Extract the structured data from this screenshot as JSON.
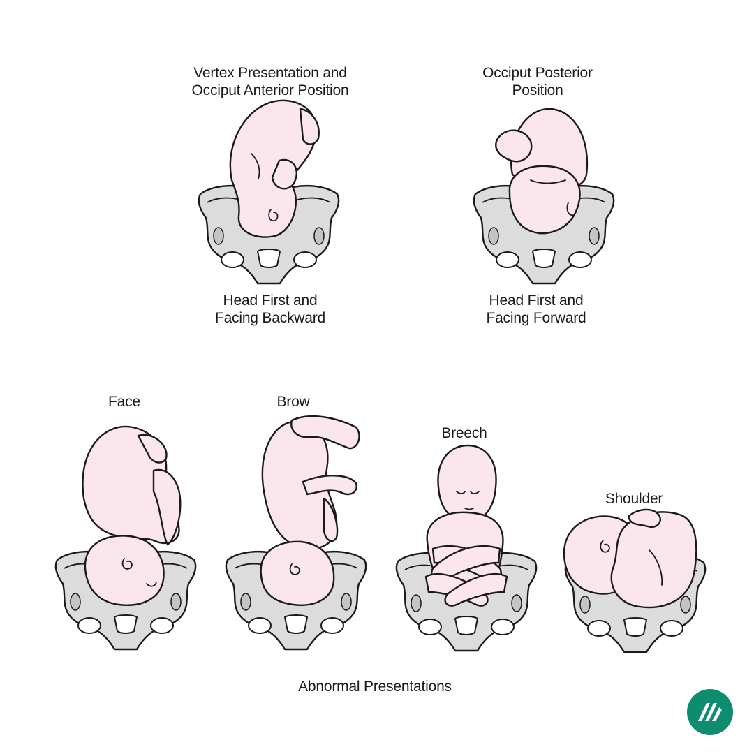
{
  "top_left": {
    "title": [
      "Vertex Presentation and",
      "Occiput Anterior Position"
    ],
    "caption": [
      "Head First and",
      "Facing Backward"
    ]
  },
  "top_right": {
    "title": [
      "Occiput Posterior",
      "Position"
    ],
    "caption": [
      "Head First and",
      "Facing Forward"
    ]
  },
  "abnormal": {
    "items": [
      {
        "label": "Face"
      },
      {
        "label": "Brow"
      },
      {
        "label": "Breech"
      },
      {
        "label": "Shoulder"
      }
    ],
    "section_title": "Abnormal Presentations"
  },
  "colors": {
    "skin": "#fbe6ee",
    "bone": "#dcdcdc",
    "outline": "#1a1a1a",
    "logo": "#0d8c6e"
  },
  "logo": {
    "icon": "brand-logo-icon"
  }
}
